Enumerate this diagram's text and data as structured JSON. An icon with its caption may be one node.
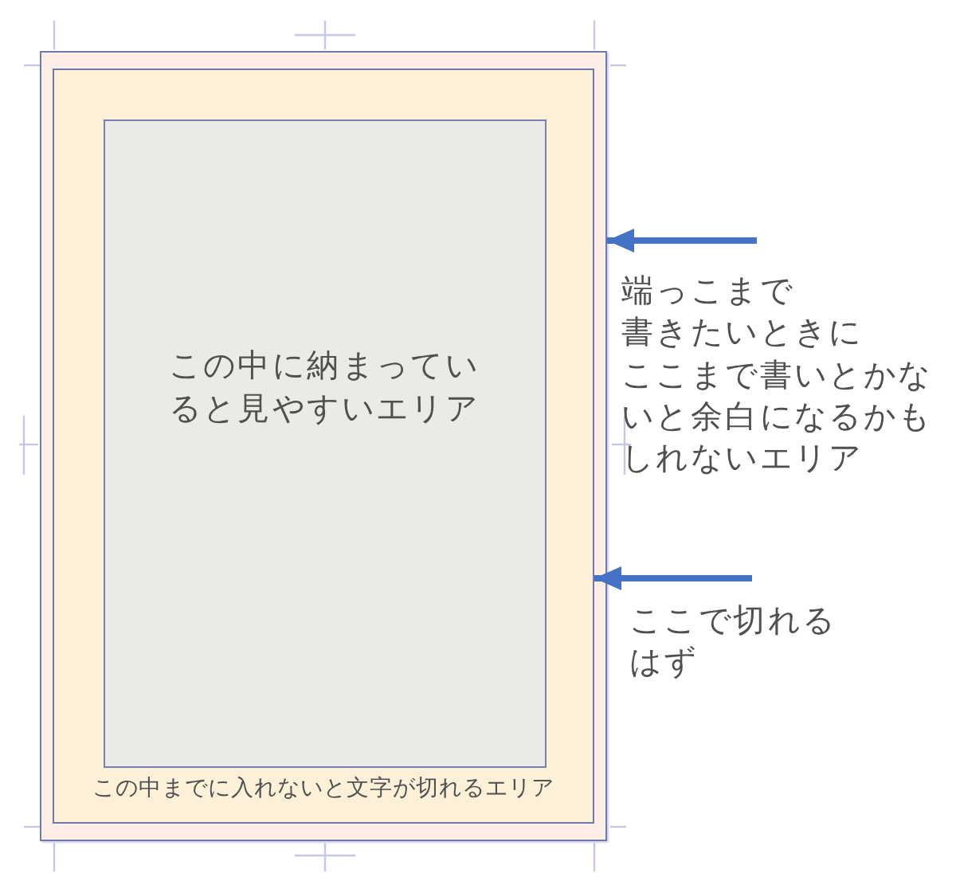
{
  "diagram": {
    "nodes": [
      {
        "text": [],
        "shape": "box"
      },
      {
        "text": [
          "この中までに入れないと文字が切れるエリア"
        ],
        "in": 0
      },
      {
        "text": [
          "この中に納まっていると見やすいエリア"
        ],
        "in": 1
      },
      {
        "text": [
          "端っこまで書きたいときにここまで書いとかないと余白になるかもしれないエリア"
        ]
      },
      {
        "text": [
          "ここで切れるはず"
        ]
      }
    ],
    "edges": [
      {
        "from": 3,
        "to": 0,
        "arrow": "to"
      },
      {
        "from": 4,
        "to": 1,
        "arrow": "to"
      }
    ]
  }
}
